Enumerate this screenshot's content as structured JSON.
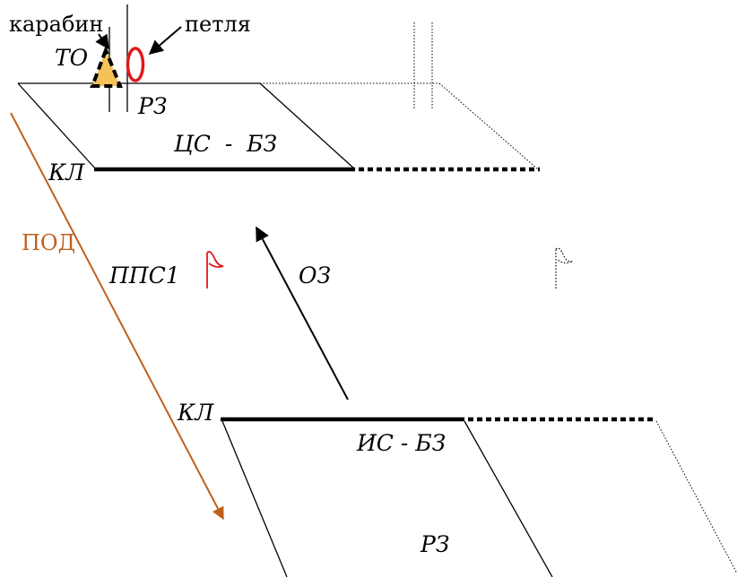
{
  "labels": {
    "carabiner": "карабин",
    "loop": "петля",
    "to": "ТО",
    "rz_top": "РЗ",
    "cs_bz": "ЦС  -  БЗ",
    "kl_top": "КЛ",
    "pod": "ПОД",
    "pps1": "ППС1",
    "oz": "ОЗ",
    "kl_bottom": "КЛ",
    "is_bz": "ИС - БЗ",
    "rz_bottom": "РЗ"
  },
  "colors": {
    "line": "#000000",
    "pod_arrow": "#c0601e",
    "carabiner_fill": "#f5c25a",
    "loop": "#e0191c",
    "flag_red": "#e0191c",
    "flag_dotted": "#000000"
  },
  "icons": {
    "carabiner": "triangle-carabiner-icon",
    "loop": "oval-loop-icon",
    "flag_red": "red-flag-icon",
    "flag_dotted": "dotted-flag-icon"
  }
}
